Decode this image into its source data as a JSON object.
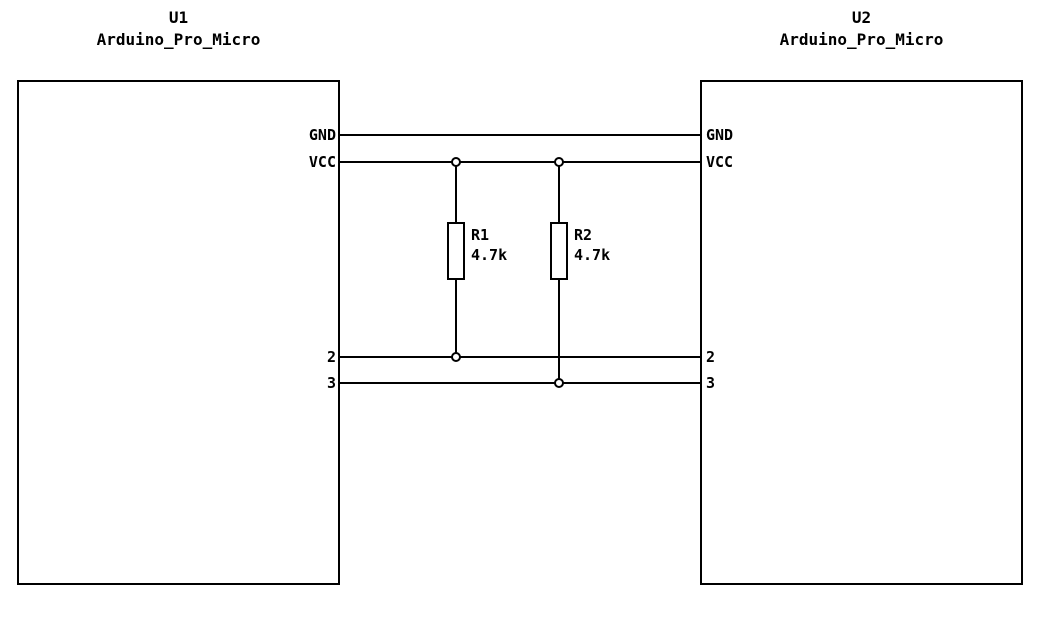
{
  "schematic": {
    "u1": {
      "ref": "U1",
      "value": "Arduino_Pro_Micro",
      "pins": {
        "gnd": "GND",
        "vcc": "VCC",
        "pin2": "2",
        "pin3": "3"
      }
    },
    "u2": {
      "ref": "U2",
      "value": "Arduino_Pro_Micro",
      "pins": {
        "gnd": "GND",
        "vcc": "VCC",
        "pin2": "2",
        "pin3": "3"
      }
    },
    "r1": {
      "ref": "R1",
      "value": "4.7k"
    },
    "r2": {
      "ref": "R2",
      "value": "4.7k"
    },
    "colors": {
      "stroke": "#000000",
      "background": "#ffffff"
    }
  }
}
